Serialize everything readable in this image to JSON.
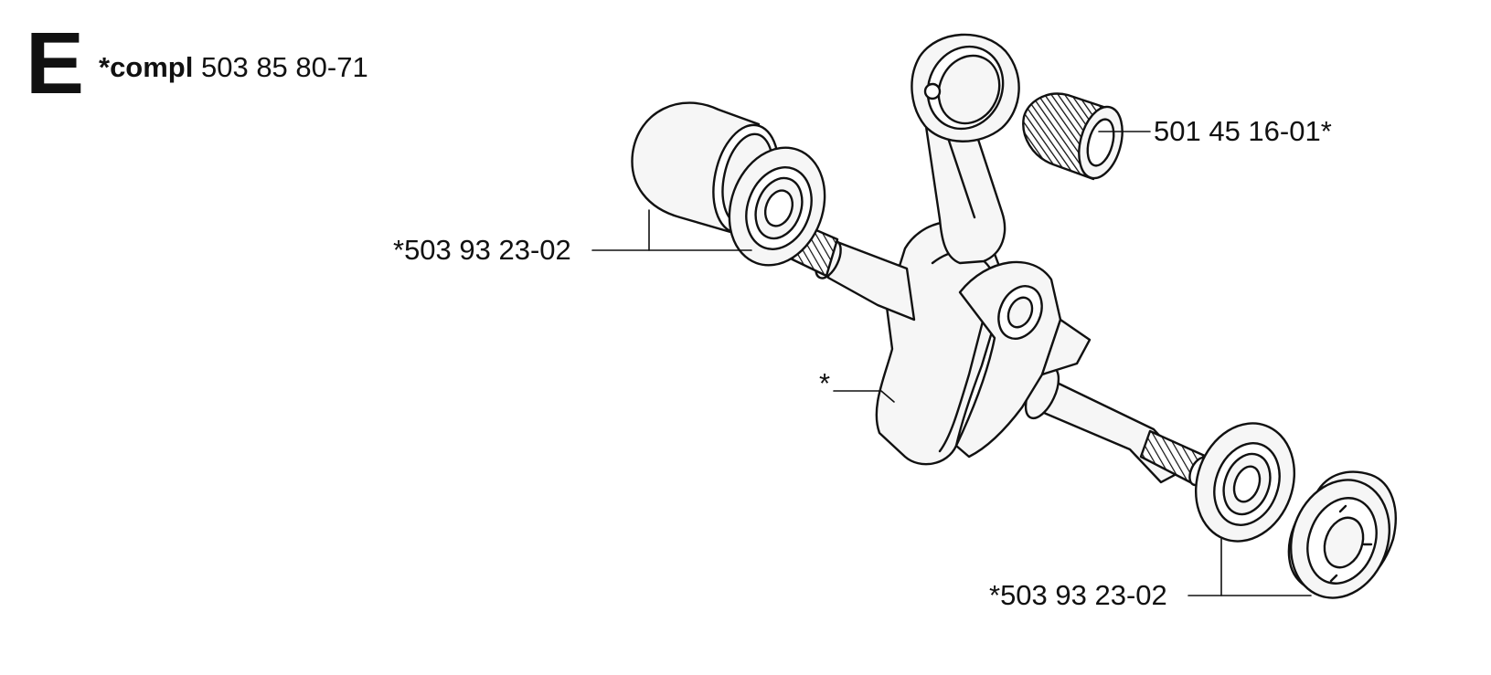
{
  "header": {
    "section_letter": "E",
    "title_bold": "*compl",
    "title_number": "503 85 80-71"
  },
  "callouts": {
    "needle_bearing": "501 45 16-01*",
    "left_bearing_set": "*503 93 23-02",
    "crankshaft": "*",
    "right_bearing_set": "*503 93 23-02"
  },
  "colors": {
    "ink": "#111111",
    "fill": "#f4f4f4"
  }
}
